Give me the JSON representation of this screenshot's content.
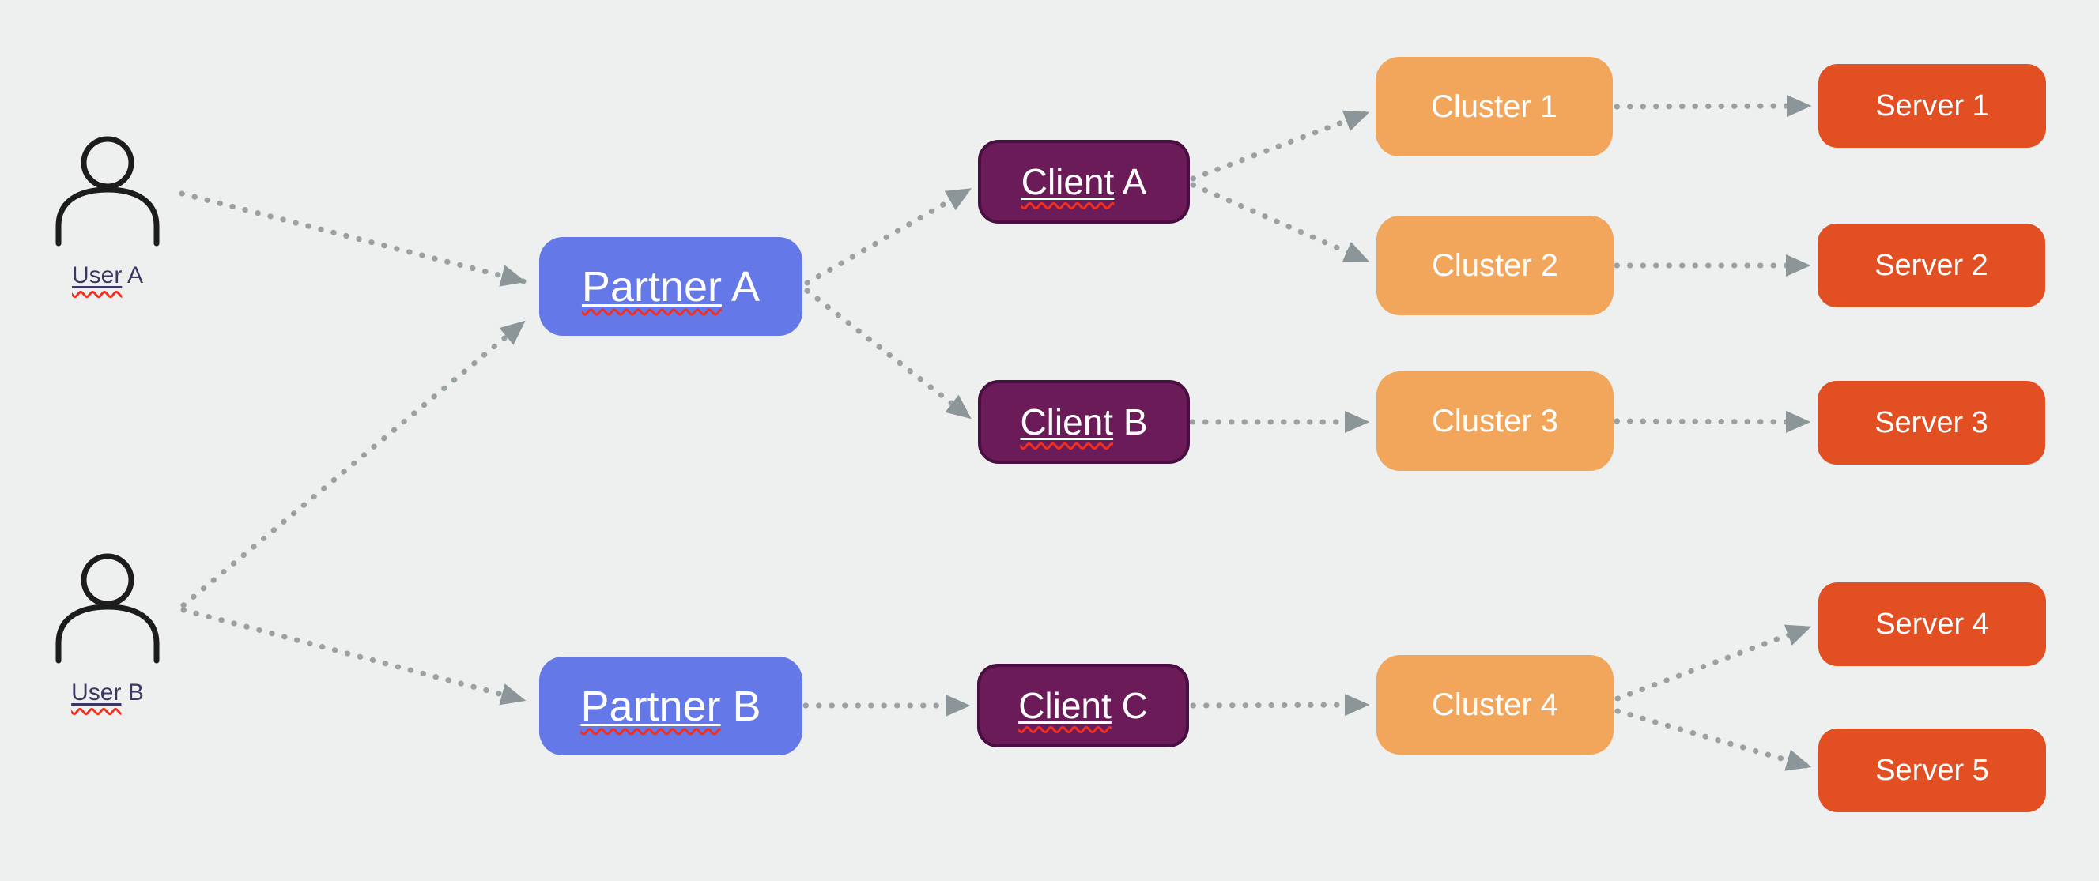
{
  "colors": {
    "background": "#eef0ef",
    "partner_fill": "#6478e8",
    "client_fill": "#6c1b59",
    "client_border": "#490f42",
    "cluster_fill": "#f1a65c",
    "server_fill": "#e24f22",
    "node_text": "#ffffff",
    "user_text": "#3b3963",
    "user_icon": "#1c1c1c",
    "edge_dot": "#9aa1a2",
    "edge_arrow": "#8c9698",
    "squiggle_red": "#f12f1e"
  },
  "nodes": {
    "user_a": {
      "type": "user",
      "first": "User",
      "rest": " A",
      "label": "User A"
    },
    "user_b": {
      "type": "user",
      "first": "User",
      "rest": " B",
      "label": "User B"
    },
    "partner_a": {
      "type": "partner",
      "first": "Partner",
      "rest": " A",
      "label": "Partner A"
    },
    "partner_b": {
      "type": "partner",
      "first": "Partner",
      "rest": " B",
      "label": "Partner B"
    },
    "client_a": {
      "type": "client",
      "first": "Client",
      "rest": " A",
      "label": "Client A"
    },
    "client_b": {
      "type": "client",
      "first": "Client",
      "rest": " B",
      "label": "Client B"
    },
    "client_c": {
      "type": "client",
      "first": "Client",
      "rest": " C",
      "label": "Client C"
    },
    "cluster_1": {
      "type": "cluster",
      "label": "Cluster 1"
    },
    "cluster_2": {
      "type": "cluster",
      "label": "Cluster 2"
    },
    "cluster_3": {
      "type": "cluster",
      "label": "Cluster 3"
    },
    "cluster_4": {
      "type": "cluster",
      "label": "Cluster 4"
    },
    "server_1": {
      "type": "server",
      "label": "Server 1"
    },
    "server_2": {
      "type": "server",
      "label": "Server 2"
    },
    "server_3": {
      "type": "server",
      "label": "Server 3"
    },
    "server_4": {
      "type": "server",
      "label": "Server 4"
    },
    "server_5": {
      "type": "server",
      "label": "Server 5"
    }
  },
  "edges": [
    {
      "from": "User A",
      "to": "Partner A"
    },
    {
      "from": "User B",
      "to": "Partner A"
    },
    {
      "from": "User B",
      "to": "Partner B"
    },
    {
      "from": "Partner A",
      "to": "Client A"
    },
    {
      "from": "Partner A",
      "to": "Client B"
    },
    {
      "from": "Partner B",
      "to": "Client C"
    },
    {
      "from": "Client A",
      "to": "Cluster 1"
    },
    {
      "from": "Client A",
      "to": "Cluster 2"
    },
    {
      "from": "Client B",
      "to": "Cluster 3"
    },
    {
      "from": "Client C",
      "to": "Cluster 4"
    },
    {
      "from": "Cluster 1",
      "to": "Server 1"
    },
    {
      "from": "Cluster 2",
      "to": "Server 2"
    },
    {
      "from": "Cluster 3",
      "to": "Server 3"
    },
    {
      "from": "Cluster 4",
      "to": "Server 4"
    },
    {
      "from": "Cluster 4",
      "to": "Server 5"
    }
  ]
}
